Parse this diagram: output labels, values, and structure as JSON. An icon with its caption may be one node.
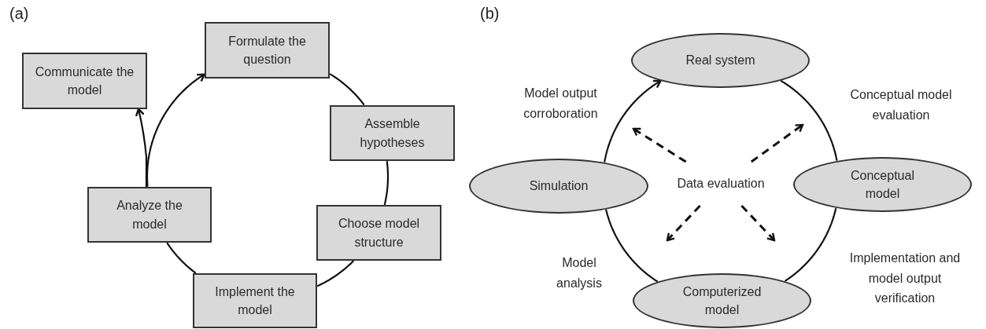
{
  "diagram": {
    "nodes": [
      {
        "text": [
          "Formulate the question"
        ]
      },
      {
        "text": [
          "Assemble hypotheses"
        ]
      },
      {
        "text": [
          "Choose model structure"
        ]
      },
      {
        "text": [
          "Implement the model"
        ]
      },
      {
        "text": [
          "Analyze the model"
        ]
      },
      {
        "text": [
          "Communicate the model"
        ]
      },
      {
        "text": [
          "Real system"
        ]
      },
      {
        "text": [
          "Simulation"
        ]
      },
      {
        "text": [
          "Data evaluation"
        ]
      },
      {
        "text": [
          "Conceptual model"
        ]
      },
      {
        "text": [
          "Computerized model"
        ]
      }
    ],
    "edges": [
      {
        "from": 0,
        "to": 1,
        "arrow": "none"
      },
      {
        "from": 1,
        "to": 2,
        "arrow": "none"
      },
      {
        "from": 2,
        "to": 3,
        "arrow": "none"
      },
      {
        "from": 3,
        "to": 4,
        "arrow": "none"
      },
      {
        "from": 4,
        "to": 5,
        "arrow": "to"
      },
      {
        "from": 4,
        "to": 0,
        "arrow": "to"
      },
      {
        "from": 6,
        "to": 9,
        "arrow": "none",
        "label": "Conceptual model evaluation"
      },
      {
        "from": 9,
        "to": 10,
        "arrow": "none",
        "label": "Implementation and model output verification"
      },
      {
        "from": 10,
        "to": 7,
        "arrow": "none",
        "label": "Model analysis"
      },
      {
        "from": 7,
        "to": 6,
        "arrow": "to",
        "label": "Model output corroboration"
      },
      {
        "from": 8,
        "to": null,
        "arrow": "to",
        "style": "dashed"
      },
      {
        "from": 8,
        "to": null,
        "arrow": "to",
        "style": "dashed"
      },
      {
        "from": 8,
        "to": null,
        "arrow": "to",
        "style": "dashed"
      },
      {
        "from": 8,
        "to": null,
        "arrow": "to",
        "style": "dashed"
      }
    ],
    "labels": [
      "(a)",
      "(b)"
    ]
  }
}
